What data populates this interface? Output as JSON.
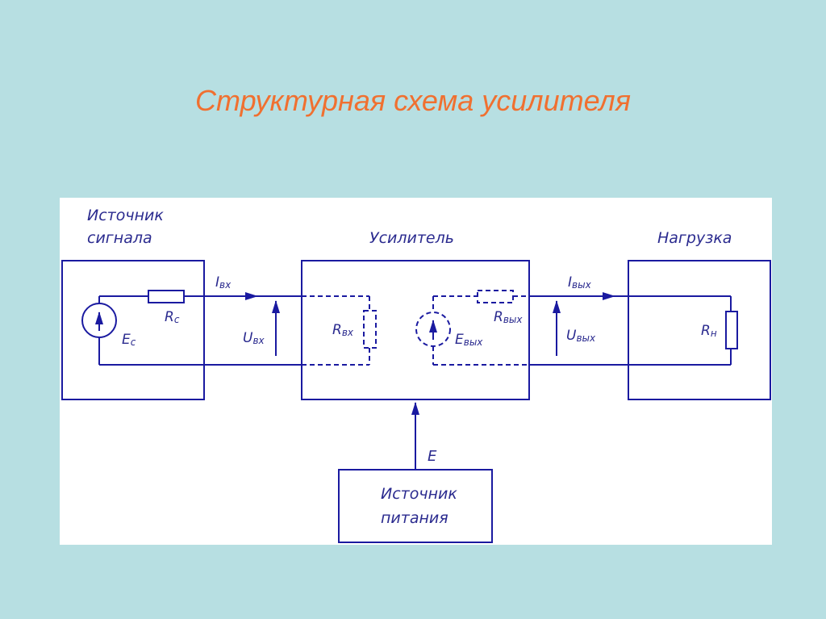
{
  "title": "Структурная схема усилителя",
  "blocks": {
    "source_line1": "Источник",
    "source_line2": "сигнала",
    "amplifier": "Усилитель",
    "load": "Нагрузка",
    "power_line1": "Источник",
    "power_line2": "питания"
  },
  "labels": {
    "I_in": {
      "main": "I",
      "sub": "вх"
    },
    "U_in": {
      "main": "U",
      "sub": "вх"
    },
    "R_c": {
      "main": "R",
      "sub": "с"
    },
    "E_c": {
      "main": "E",
      "sub": "с"
    },
    "R_in": {
      "main": "R",
      "sub": "вх"
    },
    "E_out": {
      "main": "E",
      "sub": "вых"
    },
    "R_out": {
      "main": "R",
      "sub": "вых"
    },
    "I_out": {
      "main": "I",
      "sub": "вых"
    },
    "U_out": {
      "main": "U",
      "sub": "вых"
    },
    "R_n": {
      "main": "R",
      "sub": "н"
    },
    "E": "E"
  },
  "colors": {
    "line": "#1a1aa0",
    "title": "#f07030",
    "background": "#b7dfe2",
    "panel": "#ffffff"
  }
}
